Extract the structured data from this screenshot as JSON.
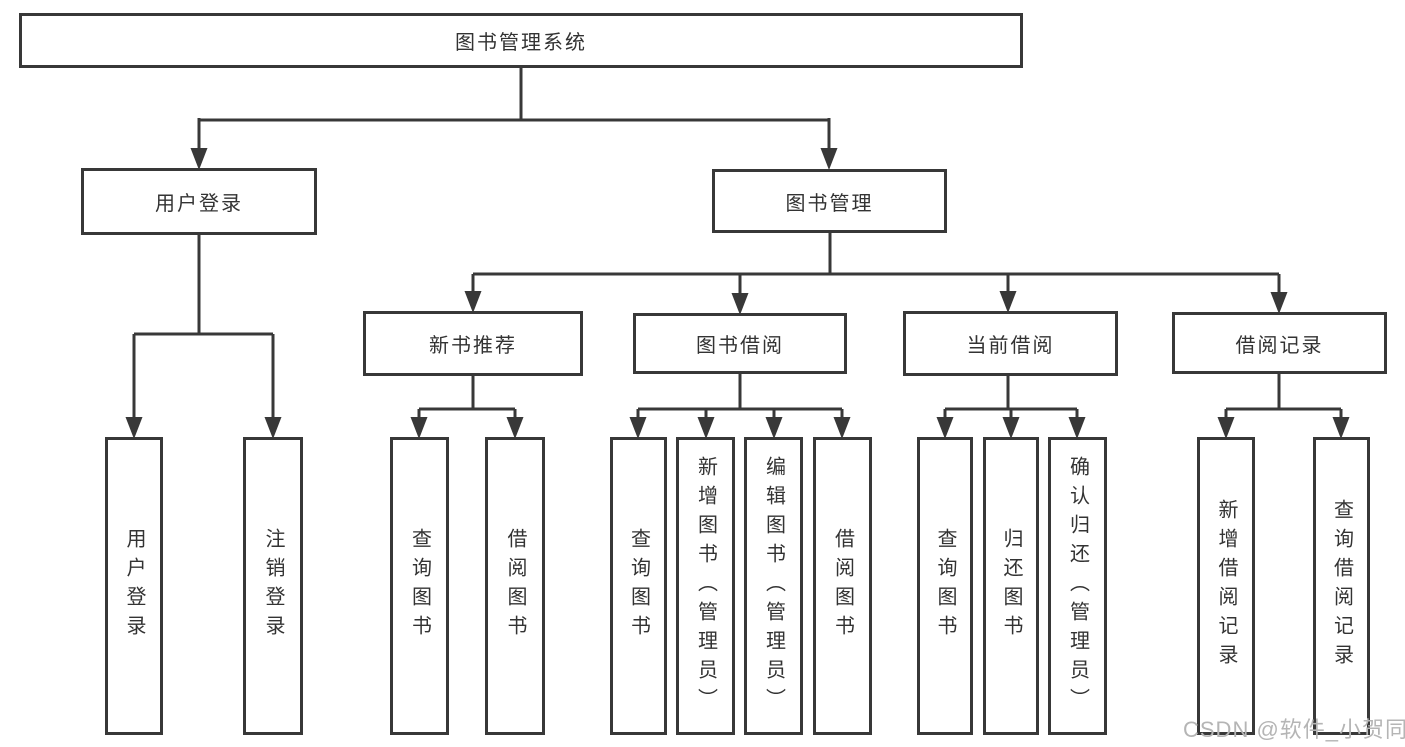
{
  "diagram": {
    "root": {
      "id": "library-management-system",
      "label": "图书管理系统"
    },
    "level2": [
      {
        "id": "user-login",
        "label": "用户登录",
        "parent": "library-management-system"
      },
      {
        "id": "book-management",
        "label": "图书管理",
        "parent": "library-management-system"
      }
    ],
    "level3": [
      {
        "id": "new-book-recommend",
        "label": "新书推荐",
        "parent": "book-management"
      },
      {
        "id": "book-borrowing",
        "label": "图书借阅",
        "parent": "book-management"
      },
      {
        "id": "current-borrowing",
        "label": "当前借阅",
        "parent": "book-management"
      },
      {
        "id": "borrowing-records",
        "label": "借阅记录",
        "parent": "book-management"
      }
    ],
    "leaves": [
      {
        "label": "用户登录",
        "parent": "user-login"
      },
      {
        "label": "注销登录",
        "parent": "user-login"
      },
      {
        "label": "查询图书",
        "parent": "new-book-recommend"
      },
      {
        "label": "借阅图书",
        "parent": "new-book-recommend"
      },
      {
        "label": "查询图书",
        "parent": "book-borrowing"
      },
      {
        "label": "新增图书（管理员）",
        "parent": "book-borrowing"
      },
      {
        "label": "编辑图书（管理员）",
        "parent": "book-borrowing"
      },
      {
        "label": "借阅图书",
        "parent": "book-borrowing"
      },
      {
        "label": "查询图书",
        "parent": "current-borrowing"
      },
      {
        "label": "归还图书",
        "parent": "current-borrowing"
      },
      {
        "label": "确认归还（管理员）",
        "parent": "current-borrowing"
      },
      {
        "label": "新增借阅记录",
        "parent": "borrowing-records"
      },
      {
        "label": "查询借阅记录",
        "parent": "borrowing-records"
      }
    ],
    "watermark": "CSDN @软件_小贺同学",
    "colors": {
      "line": "#383838",
      "text": "#333333",
      "watermark": "#b5b5b5",
      "background": "#ffffff"
    }
  }
}
